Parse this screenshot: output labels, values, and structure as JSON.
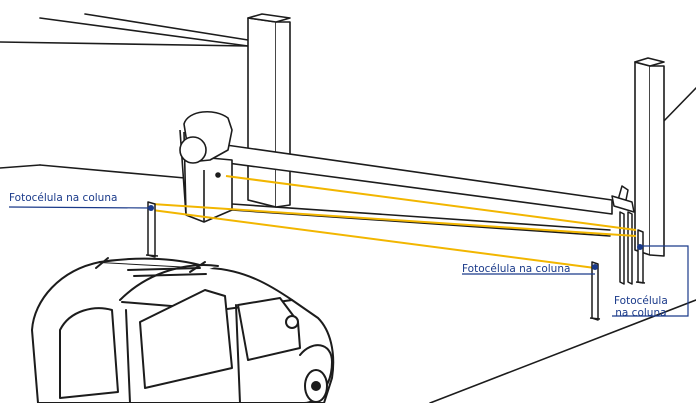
{
  "labels": {
    "left_photocell": "Fotocélula na coluna",
    "center_photocell": "Fotocélula na coluna",
    "right_photocell_line1": "Fotocélula",
    "right_photocell_line2": "na coluna"
  },
  "colors": {
    "outline": "#1c1c1c",
    "beam": "#f2b600",
    "callout": "#1a3a8a",
    "background": "#ffffff"
  },
  "icons": [
    "barrier-gate-motor-icon",
    "photocell-post-icon",
    "pickup-truck-illustration"
  ]
}
